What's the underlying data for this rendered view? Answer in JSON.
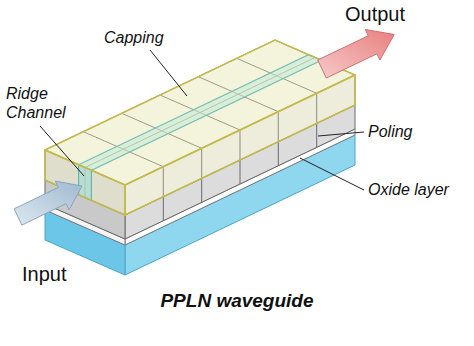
{
  "diagram": {
    "caption": "PPLN waveguide",
    "labels": [
      "Output",
      "Capping",
      "Ridge Channel",
      "Poling",
      "Oxide layer",
      "Input"
    ]
  }
}
